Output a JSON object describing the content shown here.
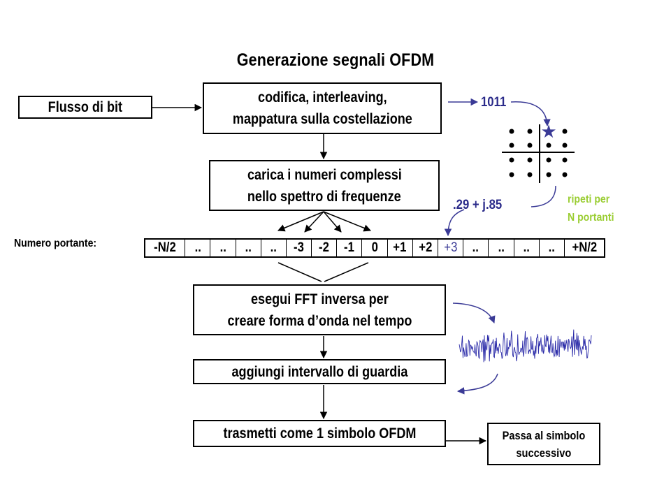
{
  "title": "Generazione segnali OFDM",
  "boxes": {
    "bitstream": "Flusso di bit",
    "encoding": [
      "codifica, interleaving,",
      "mappatura sulla costellazione"
    ],
    "spectrum": [
      "carica i numeri complessi",
      "nello spettro di frequenze"
    ],
    "ifft": [
      "esegui FFT inversa per",
      "creare forma d’onda nel tempo"
    ],
    "guard": "aggiungi intervallo di guardia",
    "transmit": "trasmetti come 1 simbolo OFDM",
    "next_symbol": [
      "Passa al simbolo",
      "successivo"
    ]
  },
  "carrier_label": "Numero portante:",
  "carriers": [
    "-N/2",
    "..",
    "..",
    "..",
    "..",
    "-3",
    "-2",
    "-1",
    "0",
    "+1",
    "+2",
    "+3",
    "..",
    "..",
    "..",
    "..",
    "+N/2"
  ],
  "highlight_carrier_index": 11,
  "bits_example": "1011",
  "complex_value": ".29 + j.85",
  "repeat_note": [
    "ripeti per",
    "N portanti"
  ],
  "colors": {
    "accent_blue": "#3a3a96",
    "waveform_blue": "#2a2aa8",
    "note_green": "#9acd32"
  }
}
